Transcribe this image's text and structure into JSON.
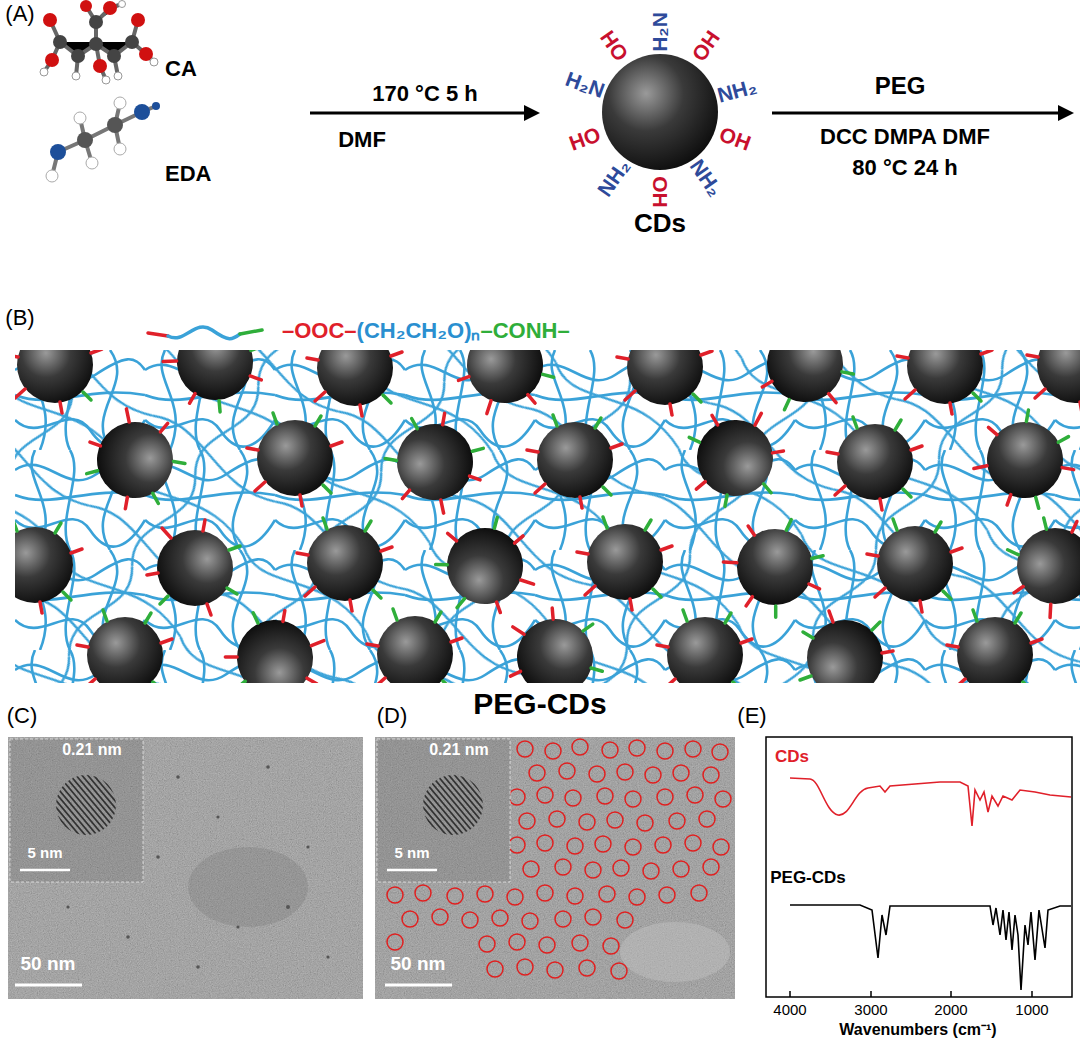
{
  "diagram": {
    "nodes": [
      {
        "text": [
          "CA",
          "EDA"
        ]
      },
      {
        "text": [
          "CDs"
        ]
      },
      {
        "text": [
          "PEG-CDs"
        ]
      }
    ],
    "edges": [
      {
        "from": 0,
        "to": 1,
        "arrow": "to",
        "label": "170 °C 5 h"
      }
    ],
    "labels": [
      "(A)",
      "DMF",
      "PEG",
      "DCC DMPA DMF",
      "80 °C 24 h",
      "HO",
      "H₂N",
      "OH",
      "NH₂",
      "OH",
      "NH₂",
      "OH",
      "NH₂",
      "HO",
      "H₂N",
      "(B)",
      "–OOC–",
      "(CH₂CH₂O)ₙ",
      "–CONH–",
      "(C)",
      "0.21 nm",
      "5 nm",
      "50 nm",
      "(D)",
      "0.21 nm",
      "5 nm",
      "50 nm",
      "(E)",
      "CDs",
      "PEG-CDs",
      "4000",
      "3000",
      "2000",
      "1000",
      "Wavenumbers (cm⁻¹)"
    ]
  }
}
